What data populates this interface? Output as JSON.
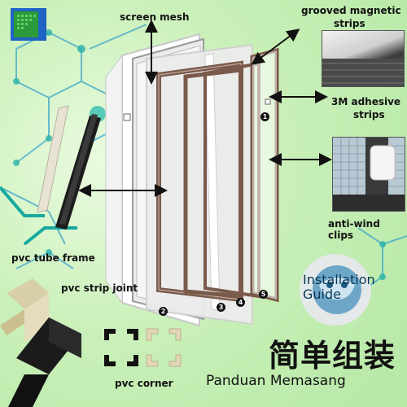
{
  "labels": {
    "screen_mesh": "screen mesh",
    "grooved_magnetic_strips_line1": "grooved magnetic",
    "grooved_magnetic_strips_line2": "strips",
    "adhesive_line1": "3M adhesive",
    "adhesive_line2": "strips",
    "anti_wind_clips": "anti-wind clips",
    "pvc_tube_frame": "pvc tube frame",
    "pvc_strip_joint": "pvc strip joint",
    "pvc_corner": "pvc corner"
  },
  "badges": [
    "1",
    "2",
    "3",
    "4",
    "5"
  ],
  "install_guide": {
    "line1": "Installation",
    "line2": "Guide"
  },
  "title_cn": "简单组装",
  "subtitle": "Panduan Memasang",
  "colors": {
    "background": "#c9f0b8",
    "network_lines": "#3fa7c9",
    "frame_brown": "#7a5a4a",
    "accent_blue": "#1f63c4",
    "accent_green": "#2a9a3a"
  },
  "icons": [
    "brand-logo-icon",
    "installation-guide-icon"
  ]
}
